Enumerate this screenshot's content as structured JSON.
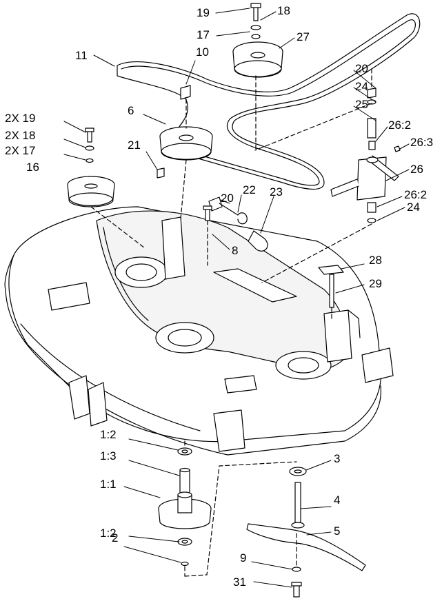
{
  "callouts": {
    "c19": "19",
    "c18": "18",
    "c17": "17",
    "c27": "27",
    "c11": "11",
    "c10": "10",
    "c20a": "20",
    "c24a": "24",
    "c25": "25",
    "c26_2a": "26:2",
    "c26_3": "26:3",
    "c26": "26",
    "c26_2b": "26:2",
    "c24b": "24",
    "c6": "6",
    "c2x19": "2X 19",
    "c2x18": "2X 18",
    "c2x17": "2X 17",
    "c16": "16",
    "c21": "21",
    "c20b": "20",
    "c22": "22",
    "c23": "23",
    "c8": "8",
    "c28": "28",
    "c29": "29",
    "c1_2a": "1:2",
    "c1_3": "1:3",
    "c1_1": "1:1",
    "c1_2b": "1:2",
    "c2": "2",
    "c3": "3",
    "c4": "4",
    "c5": "5",
    "c9": "9",
    "c31": "31"
  },
  "colors": {
    "ink": "#000000",
    "paper": "#ffffff",
    "shade": "#d8d8d8"
  }
}
